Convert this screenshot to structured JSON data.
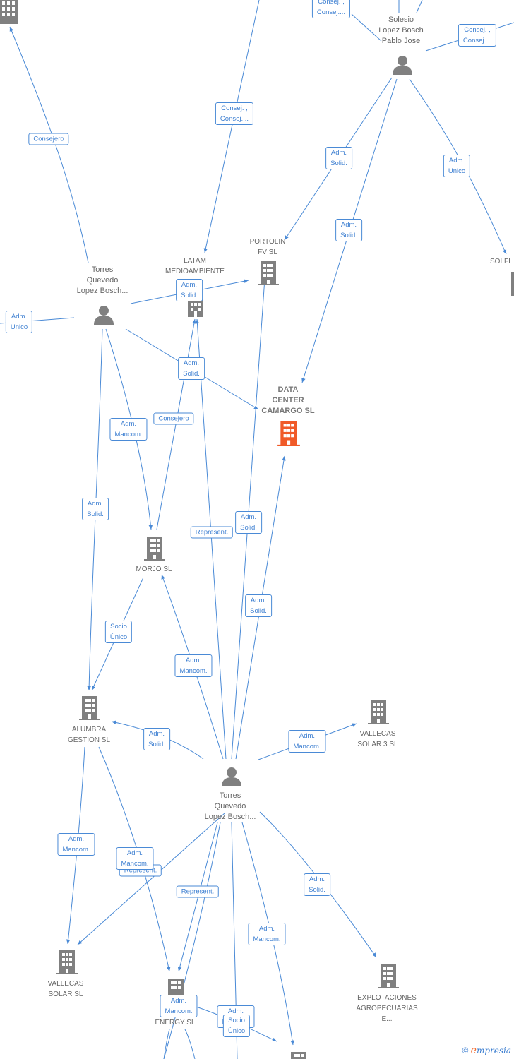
{
  "nodes": {
    "solesio": "Solesio\nLopez Bosch\nPablo Jose",
    "torres_left": "Torres\nQuevedo\nLopez Bosch...",
    "latam": "LATAM\nMEDIOAMBIENTE",
    "portolin": "PORTOLIN\nFV  SL",
    "solfi": "SOLFI",
    "data_center": "DATA\nCENTER\nCAMARGO  SL",
    "morjo": "MORJO SL",
    "alumbra": "ALUMBRA\nGESTION SL",
    "vallecas3": "VALLECAS\nSOLAR 3 SL",
    "torres_center": "Torres\nQuevedo\nLopez Bosch...",
    "vallecas": "VALLECAS\nSOLAR SL",
    "energy": "3\nENERGY SL",
    "explotaciones": "EXPLOTACIONES\nAGROPECUARIAS\nE..."
  },
  "edges": {
    "e1": "Consej. ,\nConsej....",
    "e2": "Consej. ,\nConsej....",
    "e3": "Consejero",
    "e4": "Consej. ,\nConsej....",
    "e5": "Adm.\nSolid.",
    "e6": "Adm.\nUnico",
    "e7": "Adm.\nSolid.",
    "e8": "Adm.\nUnico",
    "e9": "Adm.\nSolid.",
    "e10": "Adm.\nSolid.",
    "e11": "Adm.\nMancom.",
    "e12": "Consejero",
    "e13": "Adm.\nSolid.",
    "e14": "Represent.",
    "e15": "Adm.\nSolid.",
    "e16": "Adm.\nSolid.",
    "e17": "Socio\nÚnico",
    "e18": "Adm.\nMancom.",
    "e19": "Adm.\nSolid.",
    "e20": "Adm.\nMancom.",
    "e21": "Adm.\nMancom.",
    "e22": "Adm.\nMancom.",
    "e23": "Represent.",
    "e24": "Represent.",
    "e25": "Adm.\nSolid.",
    "e26": "Adm.\nMancom.",
    "e27": "Adm.\nMancom.",
    "e28": "Adm.\nMancom.",
    "e29": "Socio\nÚnico"
  },
  "colors": {
    "edge": "#4a8ad6",
    "building": "#808080",
    "highlight": "#f05a28",
    "person": "#808080"
  },
  "footer": {
    "copyright": "©",
    "brand_initial": "e",
    "brand_rest": "mpresia"
  }
}
